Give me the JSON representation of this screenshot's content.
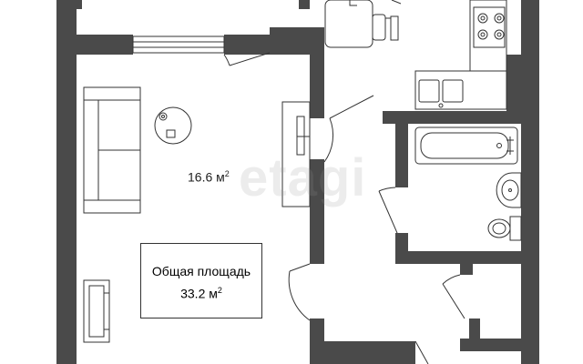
{
  "plan": {
    "room_area_value": "16.6 м",
    "room_area_sup": "2",
    "total_label": "Общая площадь",
    "total_value": "33.2 м",
    "total_sup": "2",
    "watermark": "etagi"
  },
  "colors": {
    "wall": "#4a4a4a",
    "line": "#333333",
    "background": "#ffffff"
  }
}
